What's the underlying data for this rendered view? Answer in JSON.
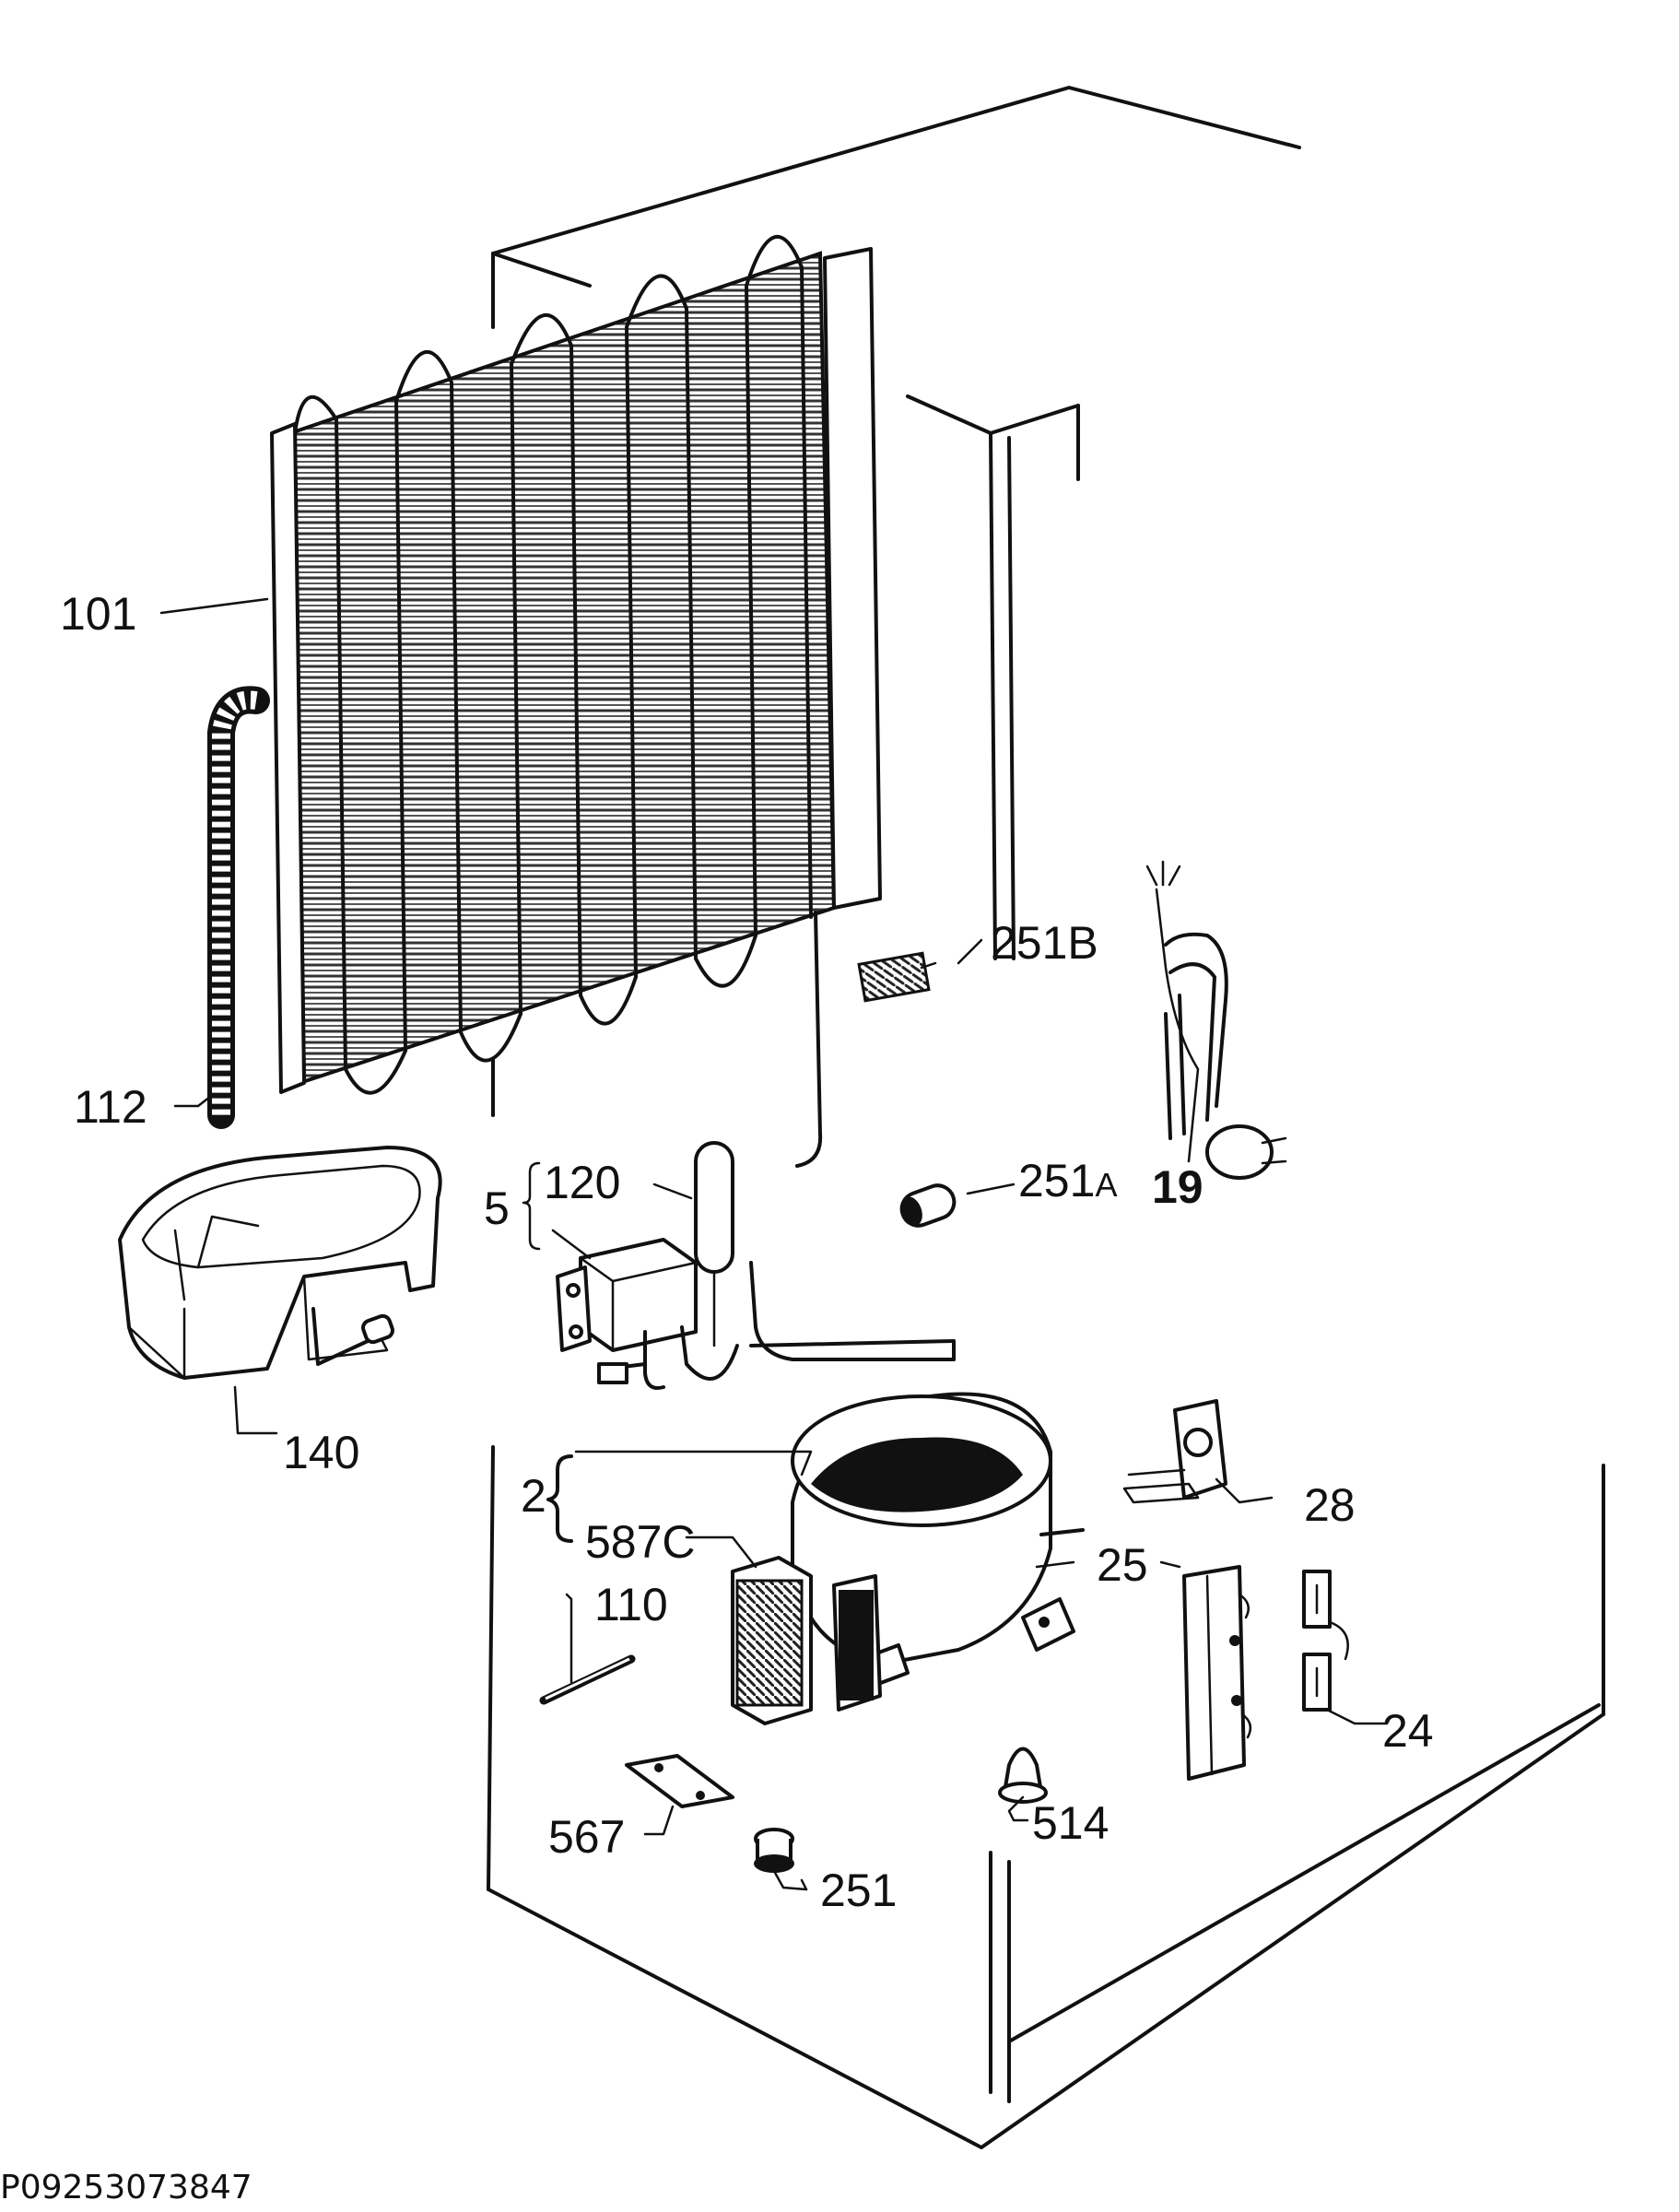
{
  "diagram": {
    "code": "P09253073847",
    "labels": {
      "l101": "101",
      "l112": "112",
      "l140": "140",
      "l5": "5",
      "l120": "120",
      "l251b": "251B",
      "l251a_num": "251",
      "l251a_sub": "A",
      "l19": "19",
      "l2": "2",
      "l587c": "587C",
      "l110": "110",
      "l28": "28",
      "l25": "25",
      "l24": "24",
      "l514": "514",
      "l567": "567",
      "l251": "251"
    }
  }
}
